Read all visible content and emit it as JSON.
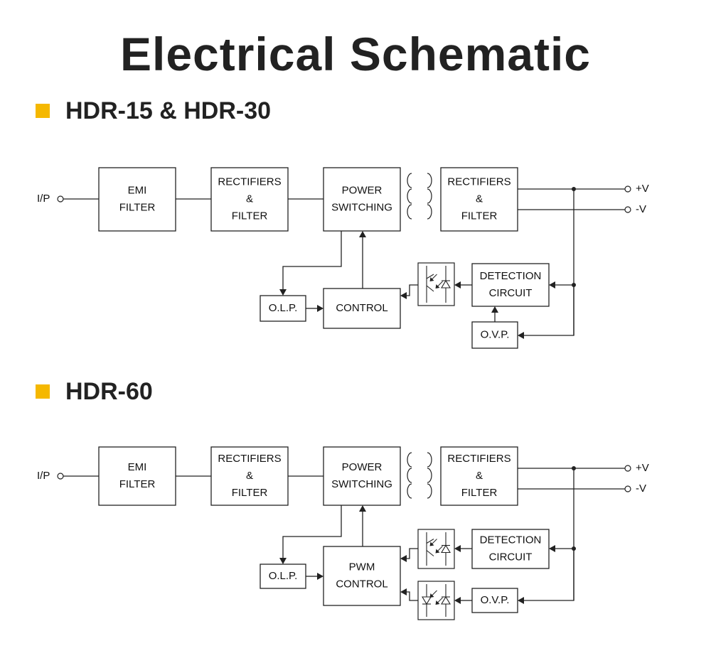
{
  "page": {
    "title": "Electrical Schematic",
    "accent": "#F5B800"
  },
  "sections": [
    {
      "heading": "HDR-15 & HDR-30",
      "labels": {
        "input": "I/P",
        "emi": [
          "EMI",
          "FILTER"
        ],
        "rect1": [
          "RECTIFIERS",
          "&",
          "FILTER"
        ],
        "power": [
          "POWER",
          "SWITCHING"
        ],
        "rect2": [
          "RECTIFIERS",
          "&",
          "FILTER"
        ],
        "vplus": "+V",
        "vminus": "-V",
        "detection": [
          "DETECTION",
          "CIRCUIT"
        ],
        "olp": "O.L.P.",
        "control": [
          "CONTROL"
        ],
        "ovp": "O.V.P."
      }
    },
    {
      "heading": "HDR-60",
      "labels": {
        "input": "I/P",
        "emi": [
          "EMI",
          "FILTER"
        ],
        "rect1": [
          "RECTIFIERS",
          "&",
          "FILTER"
        ],
        "power": [
          "POWER",
          "SWITCHING"
        ],
        "rect2": [
          "RECTIFIERS",
          "&",
          "FILTER"
        ],
        "vplus": "+V",
        "vminus": "-V",
        "detection": [
          "DETECTION",
          "CIRCUIT"
        ],
        "olp": "O.L.P.",
        "control": [
          "PWM",
          "CONTROL"
        ],
        "ovp": "O.V.P."
      }
    }
  ]
}
